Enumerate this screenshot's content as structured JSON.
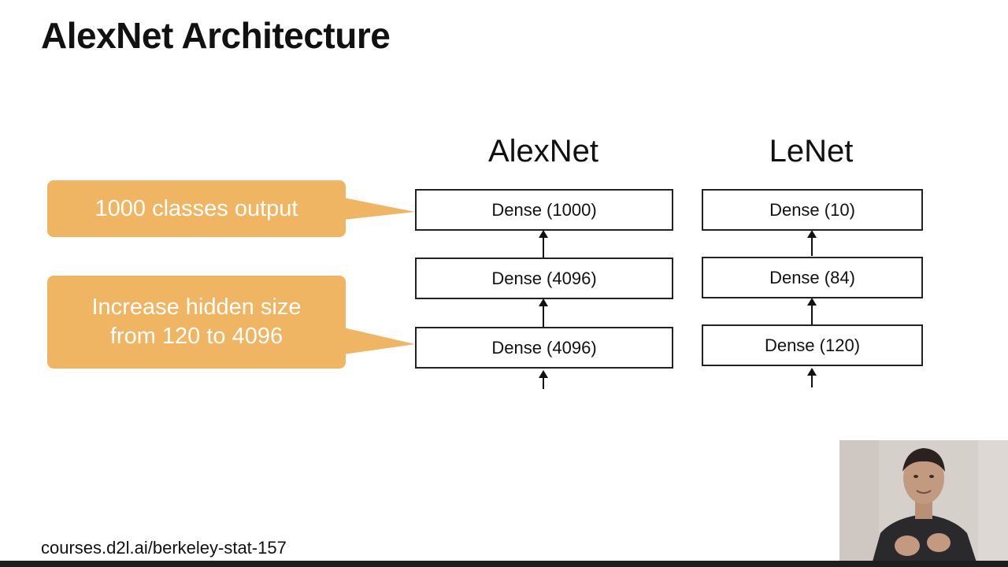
{
  "slide": {
    "title": "AlexNet Architecture",
    "footer_url": "courses.d2l.ai/berkeley-stat-157"
  },
  "diagram": {
    "alexnet": {
      "title": "AlexNet",
      "layers": [
        "Dense (1000)",
        "Dense (4096)",
        "Dense (4096)"
      ]
    },
    "lenet": {
      "title": "LeNet",
      "layers": [
        "Dense (10)",
        "Dense (84)",
        "Dense (120)"
      ]
    }
  },
  "callouts": [
    {
      "text": "1000 classes output"
    },
    {
      "line1": "Increase hidden size",
      "line2": "from 120 to 4096"
    }
  ],
  "colors": {
    "callout": "#efb562",
    "box_border": "#222222",
    "bottom_bar": "#1e1e1e"
  },
  "webcam": {
    "icon": "presenter-video-feed"
  }
}
